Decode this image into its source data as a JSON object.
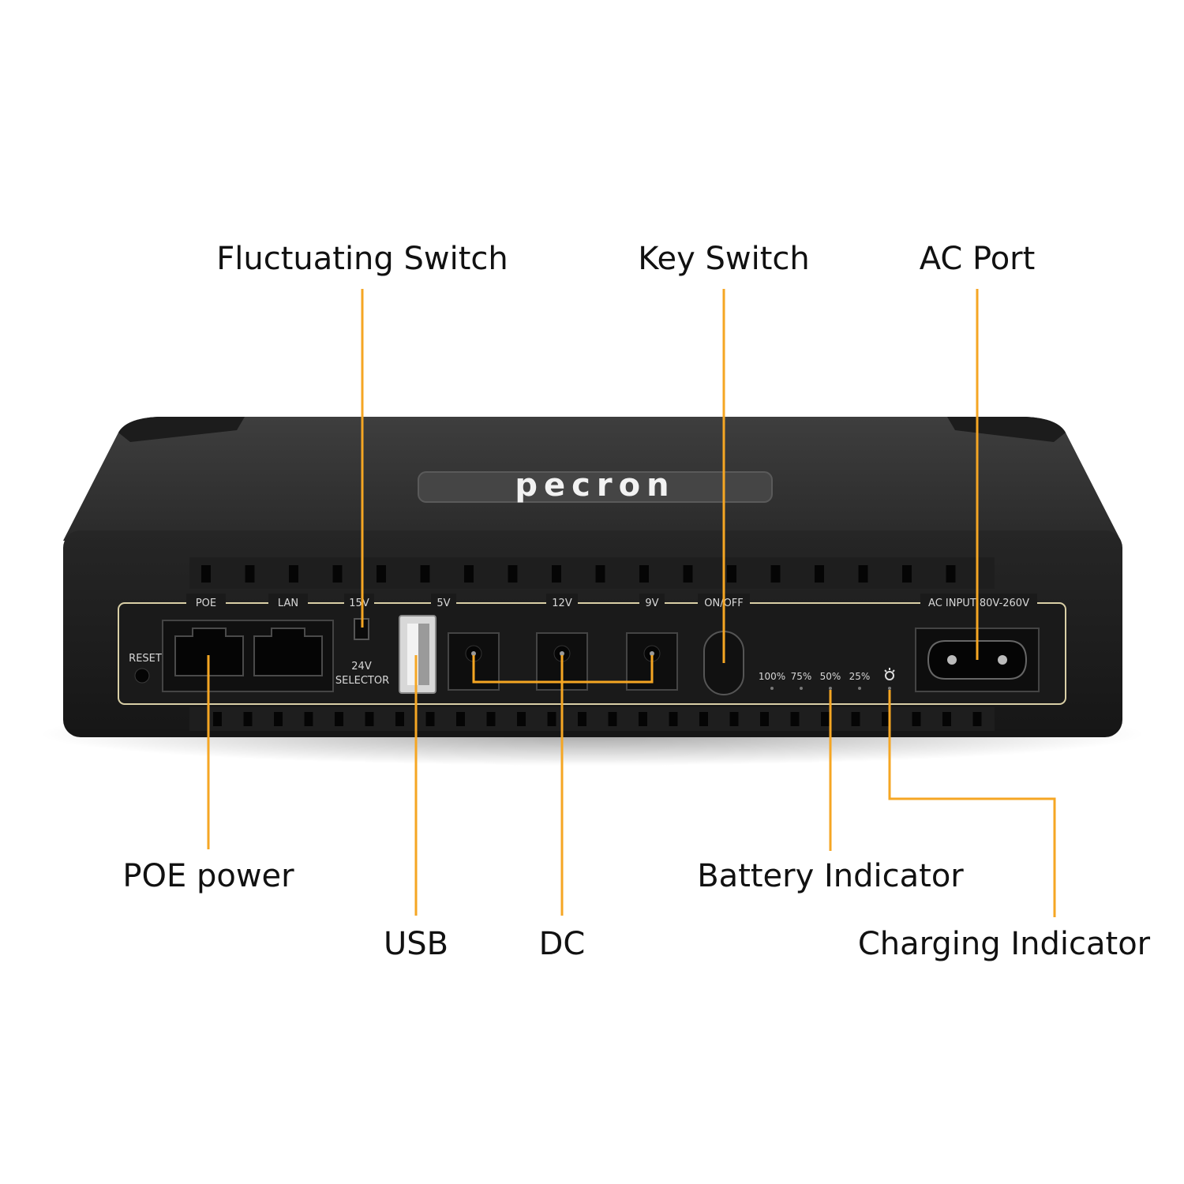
{
  "accent_color": "#f5a623",
  "product": {
    "brand_logo": "pecron",
    "panel_labels": {
      "poe": "POE",
      "lan": "LAN",
      "v15": "15V",
      "v5": "5V",
      "v12": "12V",
      "v9": "9V",
      "on_off": "ON/OFF",
      "ac_input": "AC INPUT 80V-260V",
      "reset": "RESET",
      "selector_line1": "24V",
      "selector_line2": "SELECTOR",
      "battery_levels": [
        "100%",
        "75%",
        "50%",
        "25%"
      ],
      "charging_icon": "charging-bulb-icon"
    }
  },
  "callouts": {
    "fluctuating_switch": "Fluctuating Switch",
    "key_switch": "Key Switch",
    "ac_port": "AC Port",
    "poe_power": "POE power",
    "usb": "USB",
    "dc": "DC",
    "battery_indicator": "Battery Indicator",
    "charging_indicator": "Charging Indicator"
  }
}
